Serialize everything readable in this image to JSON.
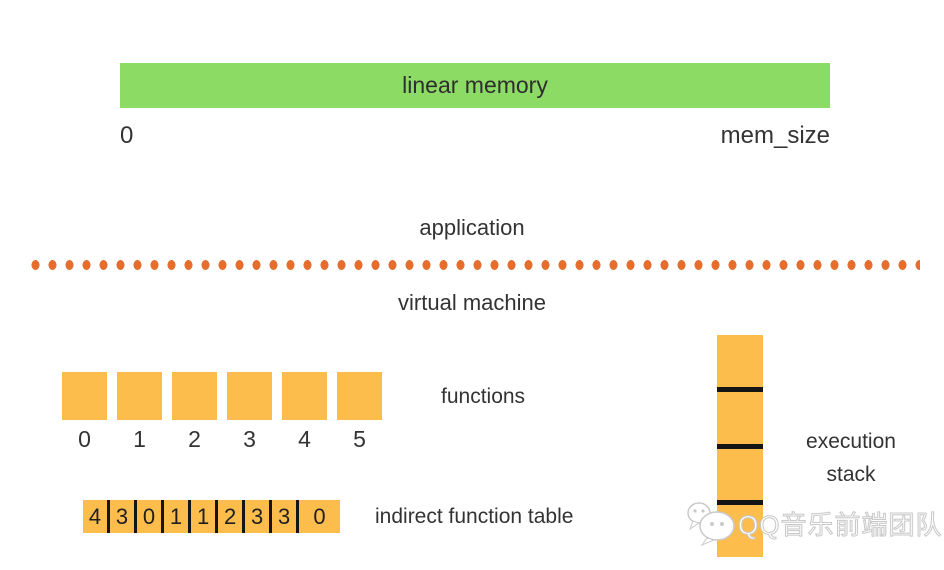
{
  "colors": {
    "background": "#ffffff",
    "green": "#8cdb64",
    "orange": "#fcbd4c",
    "dot-orange": "#e56e2d",
    "text": "#333333",
    "divider": "#151515",
    "watermark": "#ffffff",
    "watermark-outline": "#c9c9c9"
  },
  "linear_memory": {
    "label": "linear memory",
    "start_label": "0",
    "end_label": "mem_size"
  },
  "layers": {
    "application_label": "application",
    "virtual_machine_label": "virtual machine"
  },
  "functions": {
    "label": "functions",
    "indices": [
      "0",
      "1",
      "2",
      "3",
      "4",
      "5"
    ]
  },
  "indirect_table": {
    "label": "indirect function table",
    "values": [
      "4",
      "3",
      "0",
      "1",
      "1",
      "2",
      "3",
      "3",
      "0"
    ]
  },
  "execution_stack": {
    "label_line1": "execution",
    "label_line2": "stack",
    "segments": [
      "",
      "",
      "",
      ""
    ]
  },
  "watermark": {
    "icon": "wechat-icon",
    "text": "QQ音乐前端团队"
  }
}
